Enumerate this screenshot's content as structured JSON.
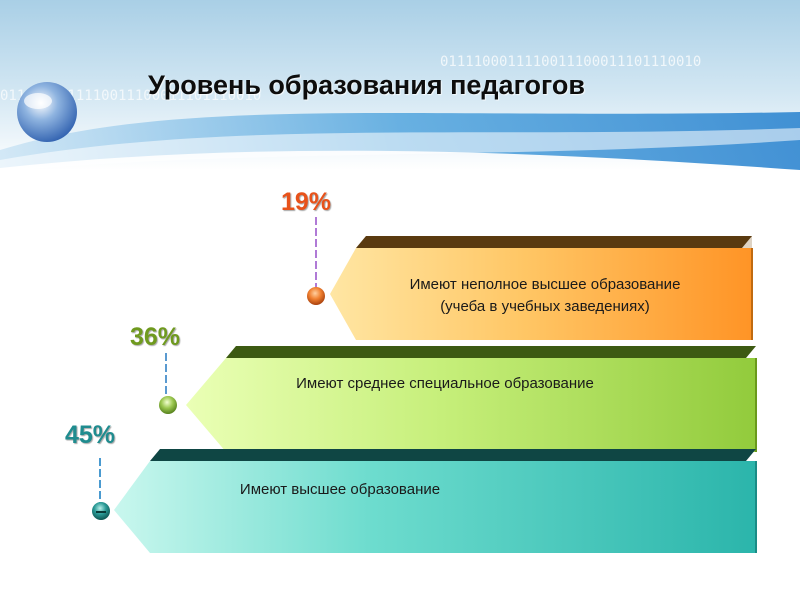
{
  "title": "Уровень образования педагогов",
  "background_code": "0111100011110011100011101110010",
  "colors": {
    "orange": "#ff9a2e",
    "green": "#a9d94a",
    "teal": "#33c3b6",
    "title": "#0d0d0d"
  },
  "chart_data": {
    "type": "table",
    "items": [
      {
        "percent": "19%",
        "line1": "Имеют неполное высшее образование",
        "line2": "(учеба в учебных заведениях)"
      },
      {
        "percent": "36%",
        "line1": "Имеют среднее специальное образование",
        "line2": ""
      },
      {
        "percent": "45%",
        "line1": "Имеют высшее образование",
        "line2": ""
      }
    ]
  }
}
